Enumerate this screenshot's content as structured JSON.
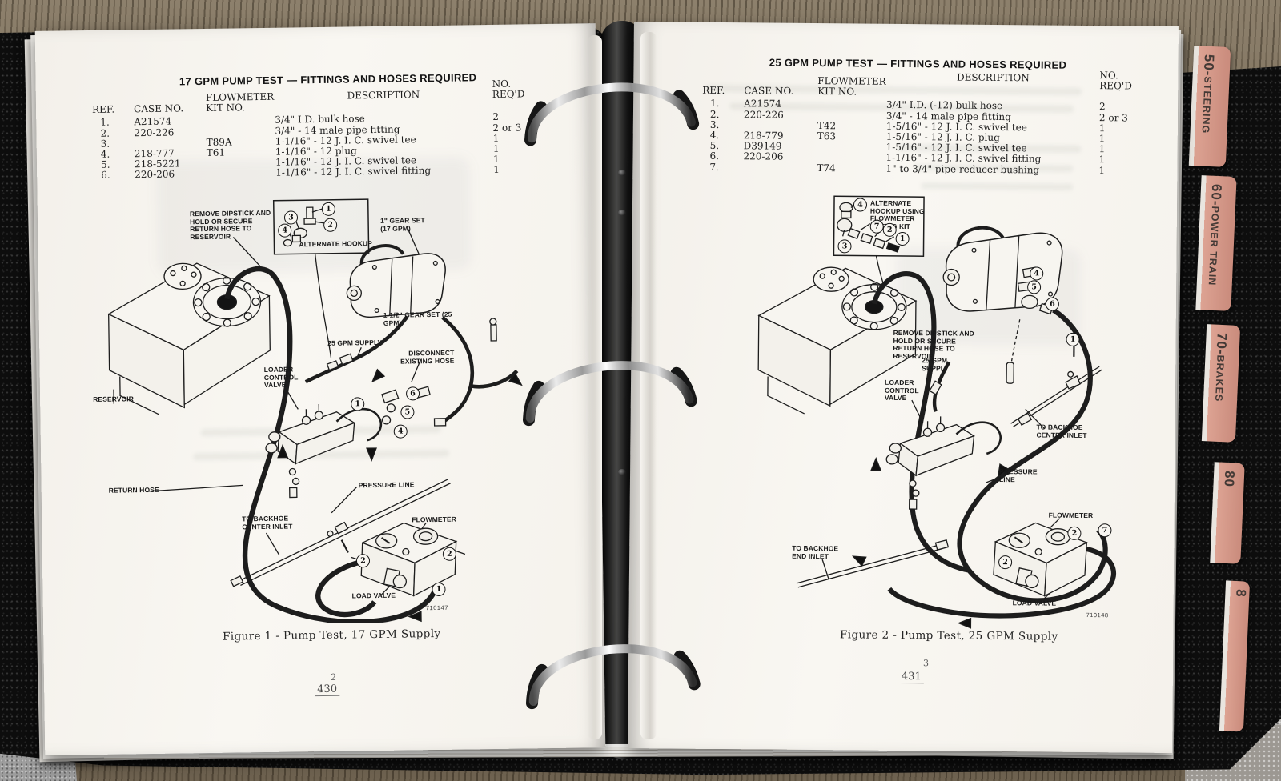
{
  "binder": {
    "tabs": [
      {
        "num": "50-",
        "label": "STEERING"
      },
      {
        "num": "60-",
        "label": "POWER TRAIN"
      },
      {
        "num": "70-",
        "label": "BRAKES"
      },
      {
        "num": "80",
        "label": ""
      },
      {
        "num": "8",
        "label": ""
      }
    ]
  },
  "table_headers": {
    "ref": "REF.",
    "case_no": "CASE NO.",
    "kit1": "FLOWMETER",
    "kit2": "KIT NO.",
    "desc": "DESCRIPTION",
    "req1": "NO.",
    "req2": "REQ'D"
  },
  "left_page": {
    "title": "17 GPM PUMP TEST — FITTINGS AND HOSES REQUIRED",
    "caption": "Figure 1 - Pump Test, 17 GPM Supply",
    "figure_code": "710147",
    "page_number_top": "2",
    "page_number": "430",
    "table": {
      "rows": [
        {
          "ref": "1.",
          "case_no": "A21574",
          "kit": "",
          "desc": "3/4\" I.D. bulk hose",
          "req": "2"
        },
        {
          "ref": "2.",
          "case_no": "220-226",
          "kit": "",
          "desc": "3/4\" - 14 male pipe fitting",
          "req": "2 or 3"
        },
        {
          "ref": "3.",
          "case_no": "",
          "kit": "T89A",
          "desc": "1-1/16\" - 12 J. I. C. swivel tee",
          "req": "1"
        },
        {
          "ref": "4.",
          "case_no": "218-777",
          "kit": "T61",
          "desc": "1-1/16\" - 12 plug",
          "req": "1"
        },
        {
          "ref": "5.",
          "case_no": "218-5221",
          "kit": "",
          "desc": "1-1/16\" - 12 J. I. C. swivel tee",
          "req": "1"
        },
        {
          "ref": "6.",
          "case_no": "220-206",
          "kit": "",
          "desc": "1-1/16\" - 12 J. I. C. swivel fitting",
          "req": "1"
        }
      ]
    },
    "labels": {
      "alternate_hookup": "ALTERNATE HOOKUP",
      "remove_dipstick": "REMOVE DIPSTICK AND HOLD OR SECURE RETURN HOSE TO RESERVOIR",
      "gear_set_17": "1\" GEAR SET (17 GPM)",
      "gear_set_25": "1-1/2\" GEAR SET (25 GPM)",
      "supply": "25 GPM SUPPLY",
      "disconnect": "DISCONNECT EXISTING HOSE",
      "reservoir": "RESERVOIR",
      "loader_valve": "LOADER CONTROL VALVE",
      "return_hose": "RETURN HOSE",
      "pressure_line": "PRESSURE LINE",
      "backhoe_center": "TO BACKHOE CENTER INLET",
      "flowmeter": "FLOWMETER",
      "load_valve": "LOAD VALVE"
    },
    "alt_callouts": [
      "1",
      "2",
      "3",
      "4"
    ],
    "callouts": [
      "1",
      "6",
      "5",
      "4",
      "2",
      "2",
      "1"
    ]
  },
  "right_page": {
    "title": "25 GPM PUMP TEST — FITTINGS AND HOSES REQUIRED",
    "caption": "Figure 2 - Pump Test, 25 GPM Supply",
    "figure_code": "710148",
    "page_number_top": "3",
    "page_number": "431",
    "table": {
      "rows": [
        {
          "ref": "1.",
          "case_no": "A21574",
          "kit": "",
          "desc": "3/4\" I.D. (-12) bulk hose",
          "req": "2"
        },
        {
          "ref": "2.",
          "case_no": "220-226",
          "kit": "",
          "desc": "3/4\" - 14 male pipe fitting",
          "req": "2 or 3"
        },
        {
          "ref": "3.",
          "case_no": "",
          "kit": "T42",
          "desc": "1-5/16\" - 12 J. I. C. swivel tee",
          "req": "1"
        },
        {
          "ref": "4.",
          "case_no": "218-779",
          "kit": "T63",
          "desc": "1-5/16\" - 12 J. I. C. plug",
          "req": "1"
        },
        {
          "ref": "5.",
          "case_no": "D39149",
          "kit": "",
          "desc": "1-5/16\" - 12 J. I. C. swivel tee",
          "req": "1"
        },
        {
          "ref": "6.",
          "case_no": "220-206",
          "kit": "",
          "desc": "1-1/16\" - 12 J. I. C. swivel fitting",
          "req": "1"
        },
        {
          "ref": "7.",
          "case_no": "",
          "kit": "T74",
          "desc": "1\" to 3/4\" pipe reducer bushing",
          "req": "1"
        }
      ]
    },
    "labels": {
      "alternate_hookup": "ALTERNATE HOOKUP USING FLOWMETER FITTING KIT",
      "remove_dipstick": "REMOVE DIPSTICK AND HOLD OR SECURE RETURN HOSE TO RESERVOIR",
      "supply": "25 GPM SUPPLY",
      "loader_valve": "LOADER CONTROL VALVE",
      "backhoe_center": "TO BACKHOE CENTER INLET",
      "pressure_line": "PRESSURE LINE",
      "backhoe_end": "TO BACKHOE END INLET",
      "flowmeter": "FLOWMETER",
      "load_valve": "LOAD VALVE"
    },
    "alt_callouts": [
      "4",
      "7",
      "2",
      "1",
      "3"
    ],
    "pump_callouts": [
      "4",
      "5",
      "6",
      "1"
    ],
    "meter_callouts": [
      "2",
      "7",
      "2"
    ]
  }
}
